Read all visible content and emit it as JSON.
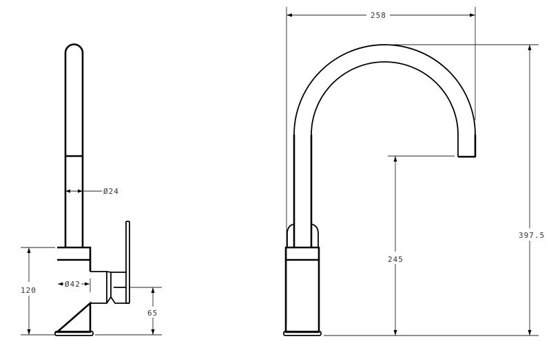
{
  "drawing": {
    "side_view": {
      "dimensions": {
        "spout_diameter": "Ø24",
        "body_diameter": "Ø42",
        "body_height": "120",
        "handle_height": "65"
      }
    },
    "front_view": {
      "dimensions": {
        "reach": "258",
        "spout_outlet_height": "245",
        "overall_height": "397.5"
      }
    }
  }
}
